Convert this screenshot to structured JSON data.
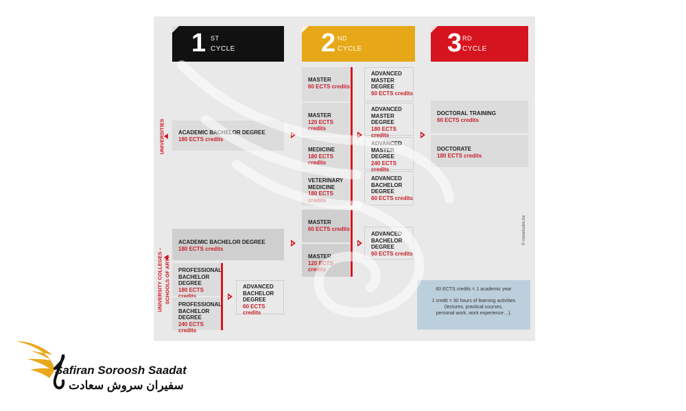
{
  "cycles": [
    {
      "number": "1",
      "suffix": "ST",
      "word": "CYCLE",
      "color": "#111111"
    },
    {
      "number": "2",
      "suffix": "ND",
      "word": "CYCLE",
      "color": "#e6a817"
    },
    {
      "number": "3",
      "suffix": "RD",
      "word": "CYCLE",
      "color": "#d6141f"
    }
  ],
  "side_labels": {
    "universities": "UNIVERSITIES",
    "colleges_line1": "UNIVERSITY COLLEGES –",
    "colleges_line2": "SCHOOLS OF ARTS"
  },
  "universities": {
    "bachelor": {
      "title": "ACADEMIC BACHELOR DEGREE",
      "credits": "180 ECTS credits"
    },
    "second_cycle": [
      {
        "title": "MASTER",
        "credits": "60 ECTS credits"
      },
      {
        "title": "MASTER",
        "credits": "120 ECTS credits"
      },
      {
        "title": "MEDICINE",
        "credits": "180 ECTS credits"
      },
      {
        "title1": "VETERINARY",
        "title2": "MEDICINE",
        "credits": "180 ECTS credits"
      }
    ],
    "advanced": [
      {
        "l1": "ADVANCED",
        "l2": "MASTER",
        "l3": "DEGREE",
        "credits": "60 ECTS credits"
      },
      {
        "l1": "ADVANCED",
        "l2": "MASTER",
        "l3": "DEGREE",
        "credits": "180 ECTS credits"
      },
      {
        "l1": "ADVANCED",
        "l2": "MASTER",
        "l3": "DEGREE",
        "credits": "240 ECTS credits"
      },
      {
        "l1": "ADVANCED",
        "l2": "BACHELOR",
        "l3": "DEGREE",
        "credits": "60 ECTS credits"
      }
    ],
    "third_cycle": [
      {
        "title": "DOCTORAL TRAINING",
        "credits": "60 ECTS credits"
      },
      {
        "title": "DOCTORATE",
        "credits": "180 ECTS credits"
      }
    ]
  },
  "colleges": {
    "bachelor": {
      "title": "ACADEMIC BACHELOR DEGREE",
      "credits": "180 ECTS credits"
    },
    "professional": [
      {
        "l1": "PROFESSIONAL",
        "l2": "BACHELOR",
        "l3": "DEGREE",
        "credits": "180 ECTS credits"
      },
      {
        "l1": "PROFESSIONAL",
        "l2": "BACHELOR",
        "l3": "DEGREE",
        "credits": "240 ECTS credits"
      }
    ],
    "prof_advanced": {
      "l1": "ADVANCED",
      "l2": "BACHELOR",
      "l3": "DEGREE",
      "credits": "60 ECTS credits"
    },
    "second_cycle": [
      {
        "title": "MASTER",
        "credits": "60 ECTS credits"
      },
      {
        "title": "MASTER",
        "credits": "120 ECTS credits"
      }
    ],
    "advanced": {
      "l1": "ADVANCED",
      "l2": "BACHELOR",
      "l3": "DEGREE",
      "credits": "60 ECTS credits"
    }
  },
  "note": {
    "line1": "60 ECTS credits = 1 academic year",
    "line2": "1 credit = 30 hours of learning activities",
    "line3": "(lectures, practical courses,",
    "line4": "personal work, work experience…)."
  },
  "copyright": "© mesetudes.be",
  "brand": {
    "name_en": "Safiran Soroosh Saadat",
    "name_fa": "سفیران سروش سعادت",
    "logo_color": "#e8a81a"
  }
}
